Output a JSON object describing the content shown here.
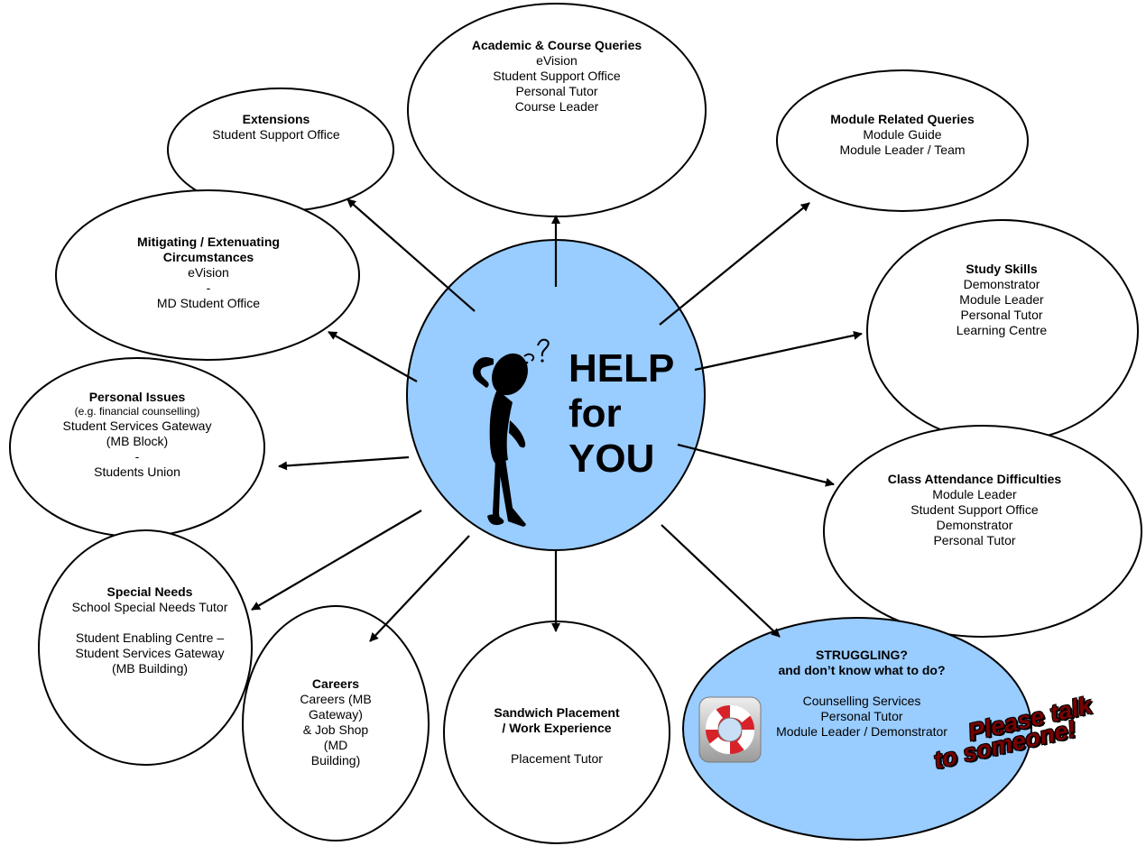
{
  "center": {
    "lines": [
      "HELP",
      "for",
      "YOU"
    ]
  },
  "nodes": {
    "academic": {
      "title": "Academic & Course Queries",
      "lines": [
        "eVision",
        "Student Support Office",
        "Personal Tutor",
        "Course Leader"
      ]
    },
    "module": {
      "title": "Module Related Queries",
      "lines": [
        "Module Guide",
        "Module Leader / Team"
      ]
    },
    "extensions": {
      "title": "Extensions",
      "lines": [
        "Student Support Office"
      ]
    },
    "mitigating": {
      "title_lines": [
        "Mitigating / Extenuating",
        "Circumstances"
      ],
      "lines": [
        "eVision",
        "-",
        "MD Student Office"
      ]
    },
    "study": {
      "title": "Study Skills",
      "lines": [
        "Demonstrator",
        "Module Leader",
        "Personal Tutor",
        "Learning Centre"
      ]
    },
    "personal": {
      "title": "Personal Issues",
      "small": "(e.g. financial counselling)",
      "lines": [
        "Student Services Gateway",
        "(MB Block)",
        "-",
        "Students Union"
      ]
    },
    "attendance": {
      "title": "Class Attendance Difficulties",
      "lines": [
        "Module Leader",
        "Student Support Office",
        "Demonstrator",
        "Personal Tutor"
      ]
    },
    "special": {
      "title": "Special Needs",
      "lines": [
        "School Special Needs Tutor"
      ],
      "lines2": [
        "Student Enabling Centre –",
        "Student  Services Gateway",
        "(MB Building)"
      ]
    },
    "careers": {
      "title": "Careers",
      "lines": [
        "Careers (MB",
        "Gateway)",
        "& Job Shop",
        "(MD",
        "Building)"
      ]
    },
    "sandwich": {
      "title_lines": [
        "Sandwich Placement",
        "/ Work Experience"
      ],
      "lines": [
        "Placement Tutor"
      ]
    },
    "struggling": {
      "title_lines": [
        "STRUGGLING?",
        "and don’t know what to do?"
      ],
      "lines": [
        "Counselling Services",
        "Personal Tutor",
        "Module Leader / Demonstrator"
      ]
    }
  },
  "callout": {
    "lines": [
      "Please talk",
      "to someone!"
    ]
  },
  "icons": [
    "thinking-person-icon",
    "lifebuoy-icon"
  ],
  "colors": {
    "center_fill": "#99ccff",
    "struggling_fill": "#99ccff",
    "stroke": "#000000",
    "lifebuoy_red": "#d8222a",
    "callout_text": "#7a0000"
  }
}
